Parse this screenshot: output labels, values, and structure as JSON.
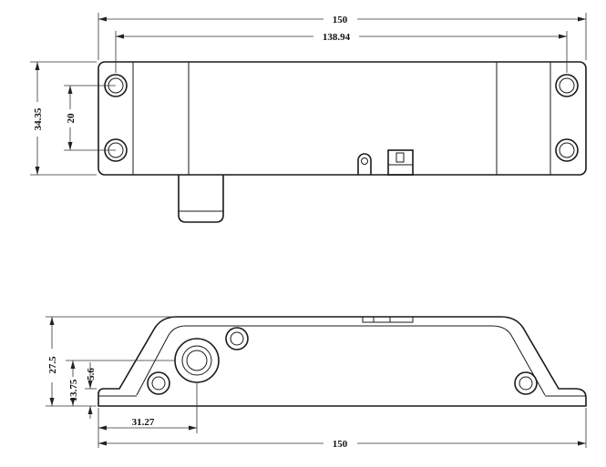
{
  "top_view": {
    "overall_width_label": "150",
    "hole_spacing_label": "138.94",
    "height_label": "34.35",
    "vertical_hole_spacing_label": "20"
  },
  "side_view": {
    "height_label": "27.5",
    "center_height_label": "13.75",
    "small_offset_label": "5.6",
    "center_offset_label": "31.27",
    "overall_width_label": "150"
  }
}
